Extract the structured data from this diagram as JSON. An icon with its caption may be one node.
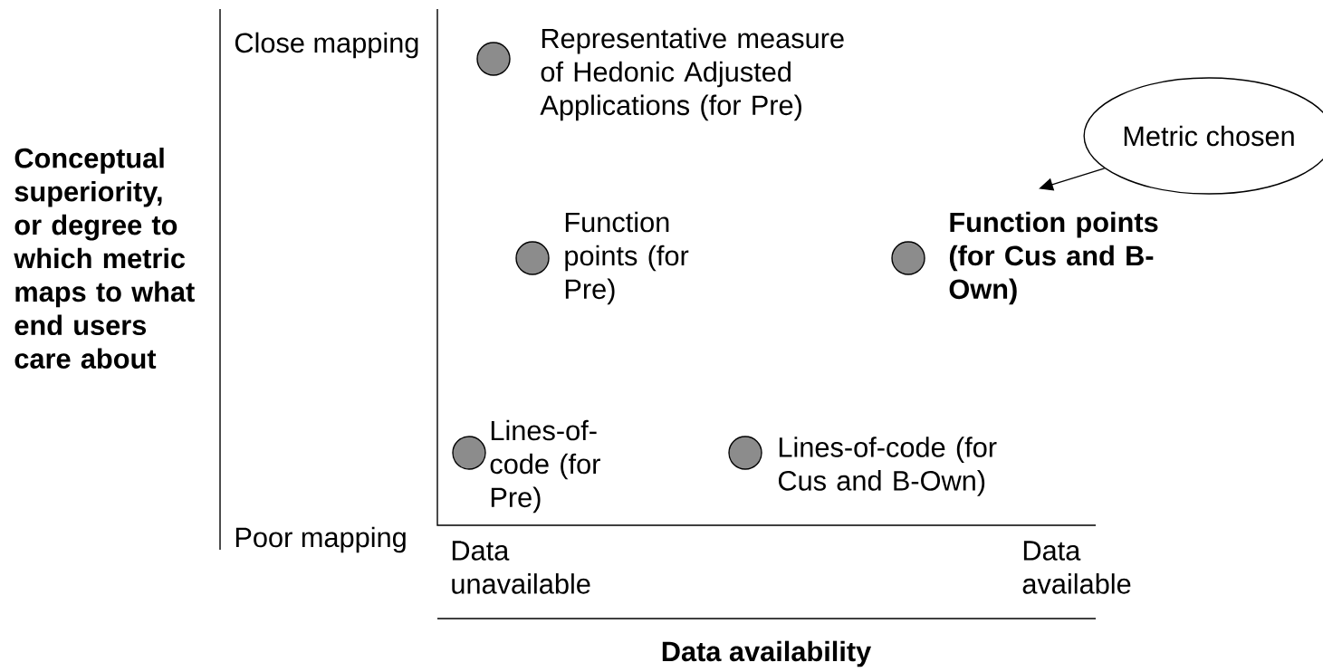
{
  "diagram": {
    "nodes": [
      {
        "text": [],
        "shape": "circle",
        "beside": [
          "Representative measure of Hedonic Adjusted Applications (for Pre)"
        ]
      },
      {
        "text": [],
        "shape": "circle",
        "beside": [
          "Function points (for Pre)"
        ]
      },
      {
        "text": [],
        "shape": "circle",
        "beside": [
          "Function points (for Cus and B-Own)"
        ]
      },
      {
        "text": [],
        "shape": "circle",
        "beside": [
          "Lines-of-code (for Pre)"
        ]
      },
      {
        "text": [],
        "shape": "circle",
        "beside": [
          "Lines-of-code (for Cus and B-Own)"
        ]
      },
      {
        "text": [
          "Metric chosen"
        ]
      }
    ],
    "edges": [
      {
        "from": 5,
        "to": 2,
        "arrow": "to"
      }
    ],
    "labels": [
      "Conceptual superiority, or degree to which metric maps to what end users care about",
      "Close mapping",
      "Poor mapping",
      "Data unavailable",
      "Data available",
      "Data availability"
    ]
  }
}
